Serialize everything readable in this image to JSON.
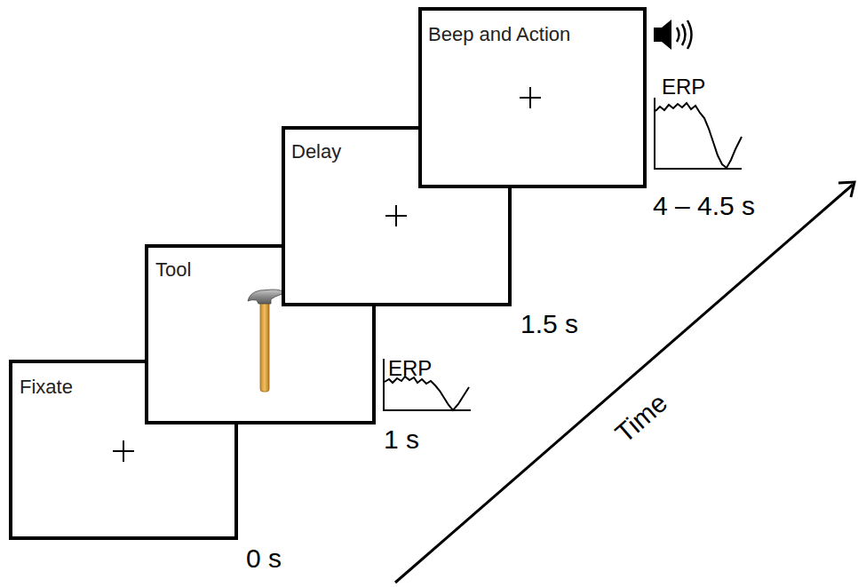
{
  "diagram": {
    "nodes": [
      {
        "text": [
          "Fixate"
        ]
      },
      {
        "text": [
          "Tool"
        ]
      },
      {
        "text": [
          "Delay"
        ]
      },
      {
        "text": [
          "Beep and Action"
        ]
      }
    ],
    "labels": [
      "0 s",
      "ERP",
      "1 s",
      "1.5 s",
      "ERP",
      "4 – 4.5 s",
      "Time"
    ]
  }
}
